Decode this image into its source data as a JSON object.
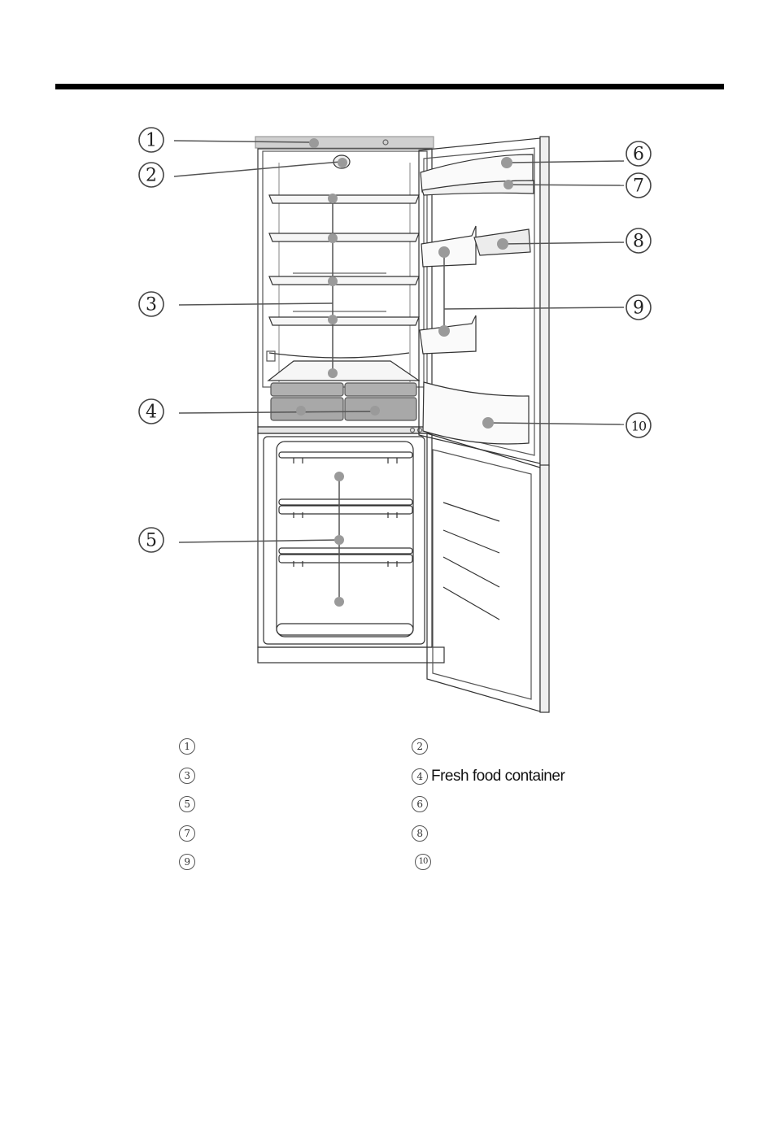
{
  "callouts": [
    "1",
    "2",
    "3",
    "4",
    "5",
    "6",
    "7",
    "8",
    "9",
    "10"
  ],
  "legend": [
    {
      "num": "1",
      "label": ""
    },
    {
      "num": "2",
      "label": ""
    },
    {
      "num": "3",
      "label": ""
    },
    {
      "num": "4",
      "label": "Fresh food container"
    },
    {
      "num": "5",
      "label": ""
    },
    {
      "num": "6",
      "label": ""
    },
    {
      "num": "7",
      "label": ""
    },
    {
      "num": "8",
      "label": ""
    },
    {
      "num": "9",
      "label": ""
    },
    {
      "num": "10",
      "label": ""
    }
  ]
}
